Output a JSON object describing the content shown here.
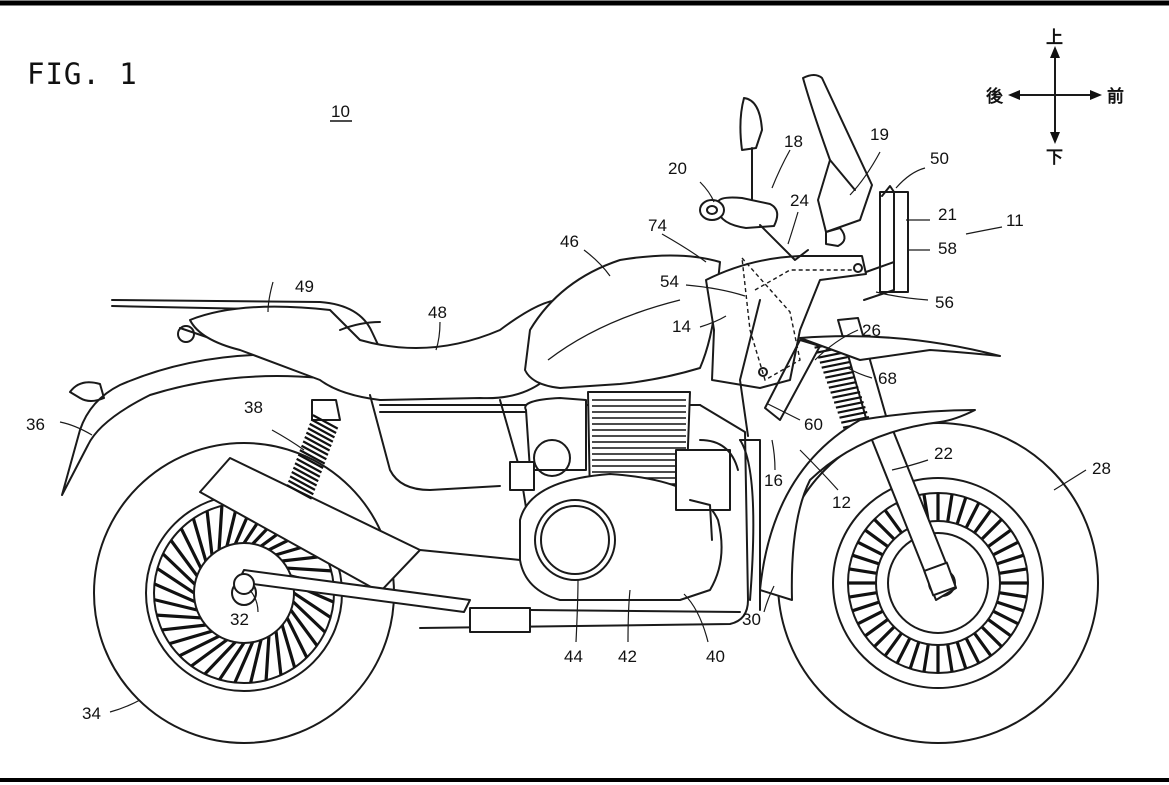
{
  "figure": {
    "title": "FIG. 1",
    "vehicle_ref": "10"
  },
  "orientation": {
    "up": "上",
    "down": "下",
    "rear": "後",
    "front": "前"
  },
  "reference_numerals": [
    {
      "id": "n11",
      "text": "11"
    },
    {
      "id": "n12",
      "text": "12"
    },
    {
      "id": "n14",
      "text": "14"
    },
    {
      "id": "n16",
      "text": "16"
    },
    {
      "id": "n18",
      "text": "18"
    },
    {
      "id": "n19",
      "text": "19"
    },
    {
      "id": "n20",
      "text": "20"
    },
    {
      "id": "n21",
      "text": "21"
    },
    {
      "id": "n22",
      "text": "22"
    },
    {
      "id": "n24",
      "text": "24"
    },
    {
      "id": "n26",
      "text": "26"
    },
    {
      "id": "n28",
      "text": "28"
    },
    {
      "id": "n30",
      "text": "30"
    },
    {
      "id": "n32",
      "text": "32"
    },
    {
      "id": "n34",
      "text": "34"
    },
    {
      "id": "n36",
      "text": "36"
    },
    {
      "id": "n38",
      "text": "38"
    },
    {
      "id": "n40",
      "text": "40"
    },
    {
      "id": "n42",
      "text": "42"
    },
    {
      "id": "n44",
      "text": "44"
    },
    {
      "id": "n46",
      "text": "46"
    },
    {
      "id": "n48",
      "text": "48"
    },
    {
      "id": "n49",
      "text": "49"
    },
    {
      "id": "n50",
      "text": "50"
    },
    {
      "id": "n54",
      "text": "54"
    },
    {
      "id": "n56",
      "text": "56"
    },
    {
      "id": "n58",
      "text": "58"
    },
    {
      "id": "n60",
      "text": "60"
    },
    {
      "id": "n68",
      "text": "68"
    },
    {
      "id": "n74",
      "text": "74"
    }
  ]
}
